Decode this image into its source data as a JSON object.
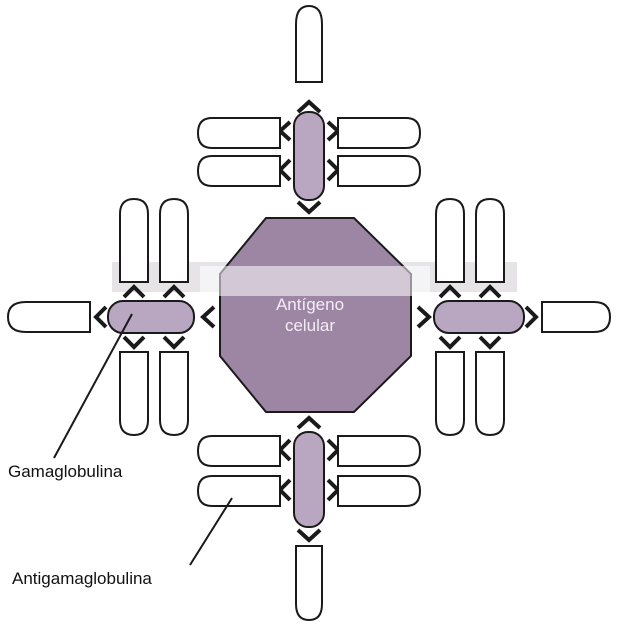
{
  "diagram": {
    "center_label": [
      "Antígeno",
      "celular"
    ],
    "label_gamma": "Gamaglobulina",
    "label_antigamma": "Antigamaglobulina",
    "colors": {
      "octagon": "#9d86a4",
      "bar": "#b9a6c0",
      "stroke": "#1a1a1a",
      "band": "#e4e1e6"
    }
  }
}
